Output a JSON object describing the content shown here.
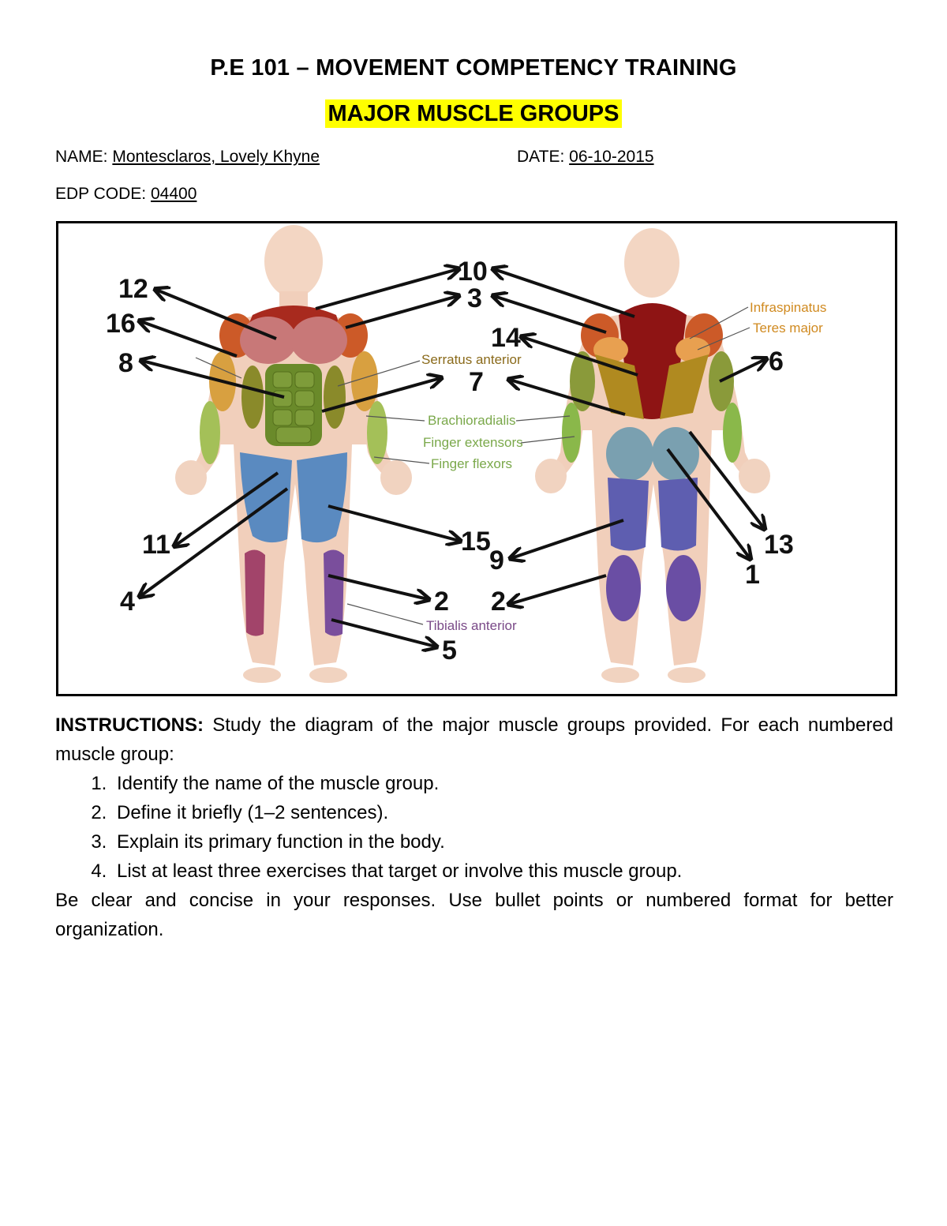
{
  "header": {
    "title": "P.E 101 – MOVEMENT COMPETENCY TRAINING",
    "subtitle": "MAJOR MUSCLE GROUPS"
  },
  "fields": {
    "name_label": "NAME:",
    "name_value": "Montesclaros, Lovely Khyne ",
    "date_label": "DATE:",
    "date_value": "06-10-2015",
    "edp_label": "EDP CODE:",
    "edp_value": "04400"
  },
  "diagram": {
    "numbers": [
      "12",
      "16",
      "8",
      "11",
      "4",
      "10",
      "3",
      "14",
      "7",
      "15",
      "2",
      "5",
      "6",
      "9",
      "2",
      "13",
      "1"
    ],
    "labels": {
      "serratus": "Serratus anterior",
      "brachioradialis": "Brachioradialis",
      "finger_extensors": "Finger extensors",
      "finger_flexors": "Finger flexors",
      "tibialis": "Tibialis anterior",
      "infraspinatus": "Infraspinatus",
      "teres_major": "Teres major"
    },
    "colors": {
      "label_brown": "#8a6a1a",
      "label_green": "#7aa84a",
      "label_purple": "#7a4a88",
      "label_orange": "#d08a20"
    }
  },
  "instructions": {
    "heading": "INSTRUCTIONS:",
    "intro": " Study the diagram of the major muscle groups provided. For each numbered muscle group:",
    "steps": [
      "Identify the name of the muscle group.",
      "Define it briefly (1–2 sentences).",
      "Explain its primary function in the body.",
      "List at least three exercises that target or involve this muscle group."
    ],
    "closing": "Be clear and concise in your responses. Use bullet points or numbered format for better organization."
  }
}
